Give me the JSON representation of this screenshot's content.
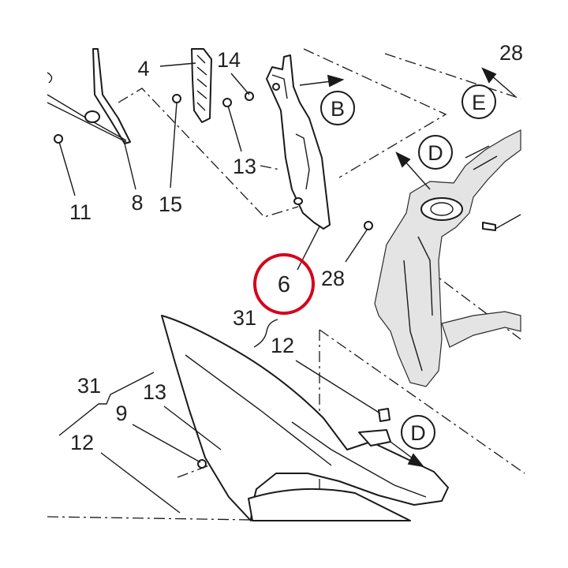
{
  "callouts": {
    "c4": "4",
    "c14": "14",
    "c13a": "13",
    "c11": "11",
    "c8": "8",
    "c15": "15",
    "c6": "6",
    "c28": "28",
    "c28cut": "28",
    "c31a": "31",
    "c12a": "12",
    "c31b": "31",
    "c13b": "13",
    "c9": "9",
    "c12b": "12"
  },
  "view_refs": {
    "B": "B",
    "E": "E",
    "D1": "D",
    "D2": "D"
  },
  "highlight": {
    "part": "6",
    "color": "#d6001c"
  },
  "colors": {
    "line": "#1a1a1a",
    "shade": "#e4e4e4",
    "highlight": "#d6001c"
  }
}
